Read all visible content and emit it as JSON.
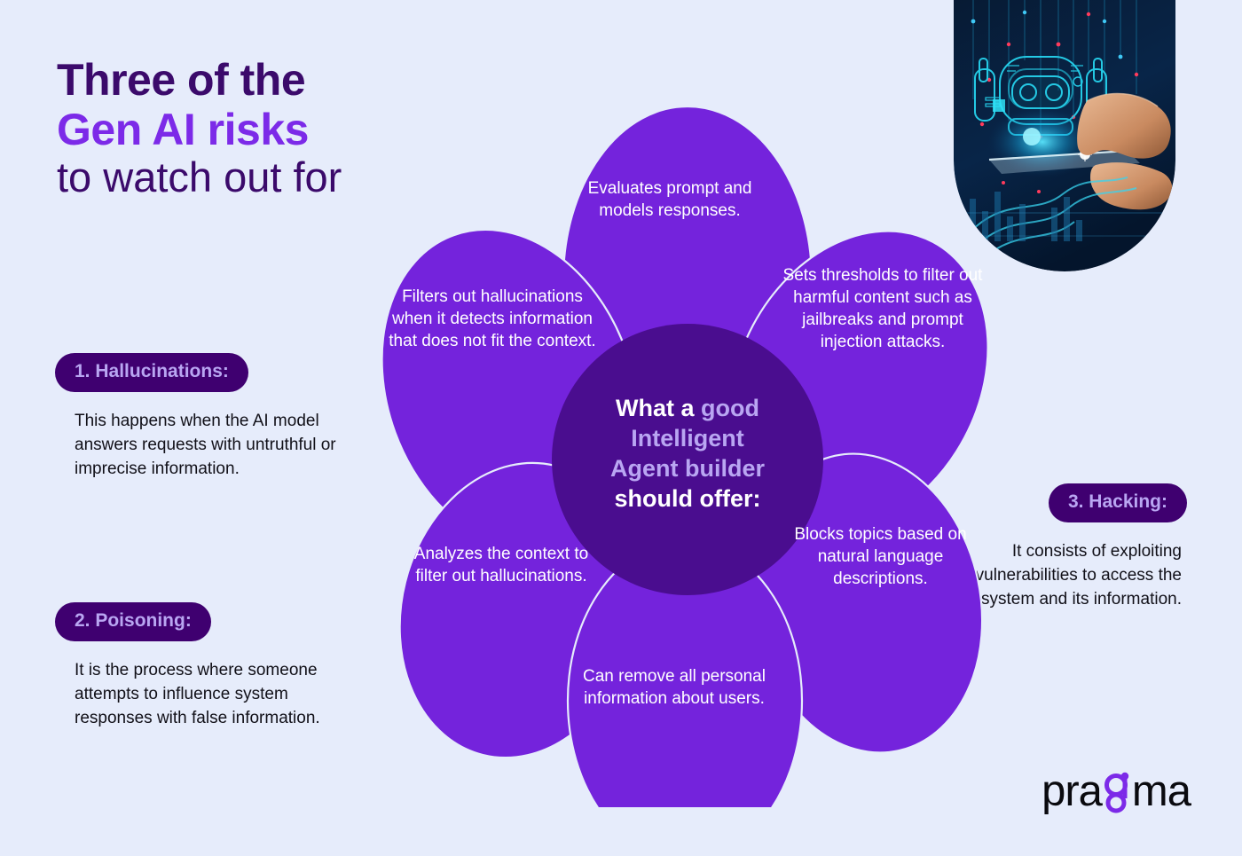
{
  "title": {
    "line1": "Three of the",
    "line2": "Gen AI risks",
    "line3": "to watch out for"
  },
  "risks": [
    {
      "badge": "1. Hallucinations:",
      "body": "This happens when the AI model answers requests with untruthful or imprecise information."
    },
    {
      "badge": "2. Poisoning:",
      "body": "It is the process where someone attempts to influence system responses with false information."
    },
    {
      "badge": "3. Hacking:",
      "body": "It consists of exploiting vulnerabilities to access the system and its information."
    }
  ],
  "center": {
    "line1_white": "What a ",
    "line1_accent": "good",
    "line2_accent": "Intelligent",
    "line3_accent": "Agent builder",
    "line4_white": "should offer:"
  },
  "petals": {
    "top": "Evaluates prompt and models responses.",
    "right": "Sets thresholds to filter out harmful content such as jailbreaks and prompt injection attacks.",
    "left": "Filters out hallucinations when it detects information that does not fit the context.",
    "bottom_left": "Analyzes the context to filter out hallucinations.",
    "bottom_right": "Blocks topics based on natural language descriptions.",
    "bottom": "Can remove all personal information about users."
  },
  "logo": {
    "part1": "pra",
    "part2": "g",
    "part3": "ma"
  },
  "hero_photo": {
    "alt": "robot-hologram-tablet-photo"
  },
  "colors": {
    "background": "#E6ECFB",
    "petal_purple": "#7423DC",
    "center_dark_purple": "#4A0D8F",
    "badge_purple": "#3F0070",
    "badge_text_lavender": "#B9A6F2",
    "title_dark": "#3B0A6B",
    "title_accent": "#7C2AE8",
    "logo_accent": "#7C2AE8"
  }
}
